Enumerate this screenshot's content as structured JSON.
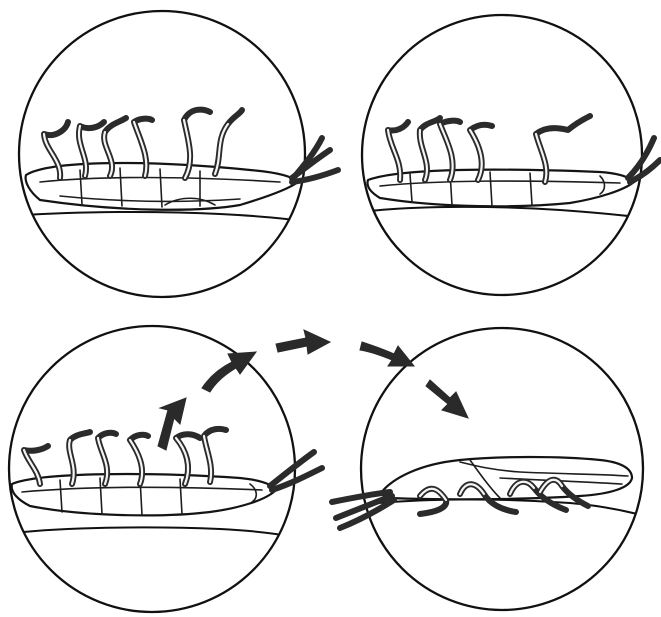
{
  "figure": {
    "panels": [
      {
        "id": "panel-1",
        "stage": "beetle-on-back-legs-waving"
      },
      {
        "id": "panel-2",
        "stage": "beetle-on-back-legs-raised"
      },
      {
        "id": "panel-3",
        "stage": "beetle-on-back-jump-start"
      },
      {
        "id": "panel-4",
        "stage": "beetle-landed-upright"
      }
    ],
    "arrows": [
      {
        "id": "arrow-1",
        "icon": "arrow-up-right-icon"
      },
      {
        "id": "arrow-2",
        "icon": "arrow-right-icon"
      },
      {
        "id": "arrow-3",
        "icon": "arrow-right-icon"
      },
      {
        "id": "arrow-4",
        "icon": "arrow-down-right-icon"
      },
      {
        "id": "arrow-5",
        "icon": "arrow-down-right-icon"
      }
    ],
    "colors": {
      "ink": "#141414",
      "background": "#ffffff"
    }
  }
}
